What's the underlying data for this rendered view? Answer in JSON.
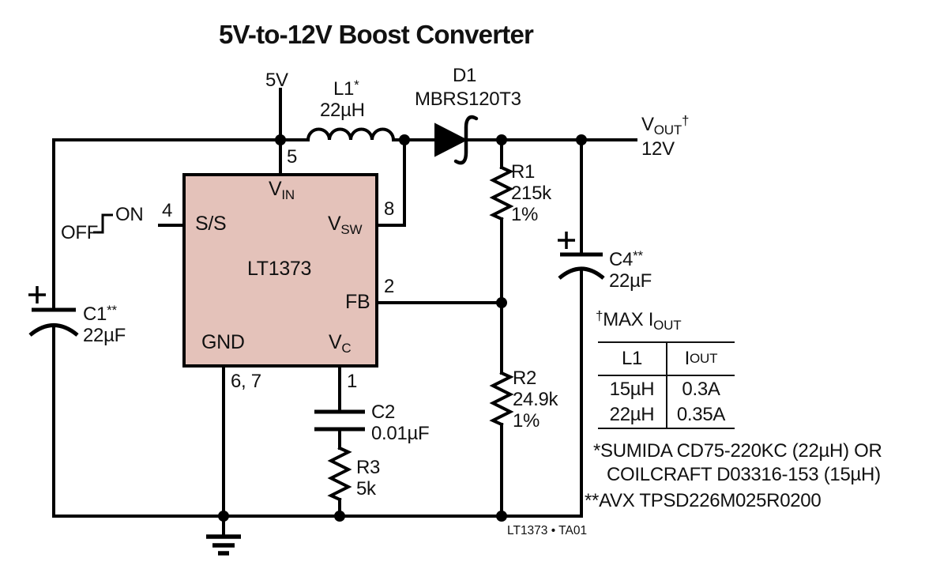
{
  "title": "5V-to-12V Boost Converter",
  "colors": {
    "line": "#000000",
    "ic_fill": "#e4c2ba"
  },
  "supply": {
    "input": "5V",
    "output_main": "V",
    "output_sub": "OUT",
    "output_sup": "†",
    "output_value": "12V"
  },
  "switch_labels": {
    "off": "OFF",
    "on": "ON"
  },
  "ic": {
    "name": "LT1373",
    "pins": {
      "vin": {
        "main": "V",
        "sub": "IN",
        "number": "5"
      },
      "ss": {
        "main": "S/S",
        "number": "4"
      },
      "vsw": {
        "main": "V",
        "sub": "SW",
        "number": "8"
      },
      "fb": {
        "main": "FB",
        "number": "2"
      },
      "gnd": {
        "main": "GND",
        "number": "6, 7"
      },
      "vc": {
        "main": "V",
        "sub": "C",
        "number": "1"
      }
    }
  },
  "components": {
    "l1": {
      "name": "L1",
      "star": "*",
      "value": "22µH"
    },
    "d1": {
      "name": "D1",
      "part": "MBRS120T3"
    },
    "r1": {
      "name": "R1",
      "value": "215k",
      "tolerance": "1%"
    },
    "r2": {
      "name": "R2",
      "value": "24.9k",
      "tolerance": "1%"
    },
    "r3": {
      "name": "R3",
      "value": "5k"
    },
    "c1": {
      "name": "C1",
      "stars": "**",
      "value": "22µF",
      "polarity": "+"
    },
    "c2": {
      "name": "C2",
      "value": "0.01µF"
    },
    "c4": {
      "name": "C4",
      "stars": "**",
      "value": "22µF",
      "polarity": "+"
    }
  },
  "table": {
    "title_sup": "†",
    "title_main": "MAX I",
    "title_sub": "OUT",
    "col1_header": "L1",
    "col2_header_main": "I",
    "col2_header_sub": "OUT",
    "rows": [
      [
        "15µH",
        "0.3A"
      ],
      [
        "22µH",
        "0.35A"
      ]
    ]
  },
  "notes": {
    "note1_star": "*",
    "note1_line1": "SUMIDA CD75-220KC (22µH) OR",
    "note1_line2": "COILCRAFT D03316-153 (15µH)",
    "note2_star": "**",
    "note2_text": "AVX TPSD226M025R0200"
  },
  "footer": "LT1373 • TA01"
}
